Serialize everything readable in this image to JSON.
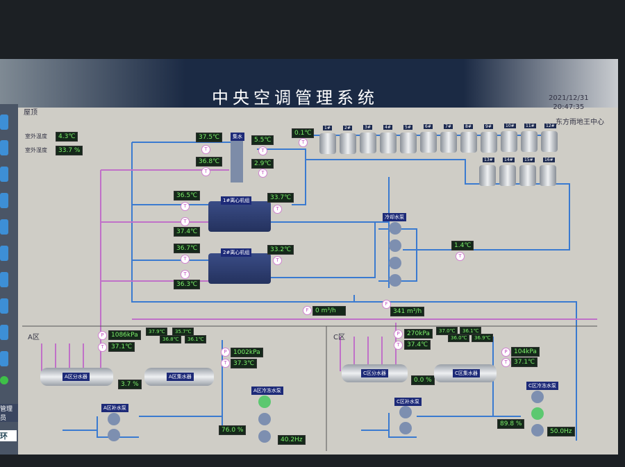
{
  "header": {
    "title": "中央空调管理系统",
    "date": "2021/12/31",
    "time": "20:47:35",
    "org": "东方雨地王中心"
  },
  "roof": {
    "label": "屋顶",
    "outdoor_temp_label": "室外温度",
    "outdoor_temp": "4.3℃",
    "outdoor_hum_label": "室外湿度",
    "outdoor_hum": "33.7 %",
    "main_readings": [
      "37.5℃",
      "36.8℃",
      "5.5℃",
      "2.9℃",
      "0.1℃"
    ],
    "manifold": "集水",
    "towers": [
      "1#",
      "2#",
      "3#",
      "4#",
      "5#",
      "6#",
      "7#",
      "8#",
      "9#",
      "10#",
      "11#",
      "12#",
      "13#",
      "14#",
      "15#",
      "16#"
    ]
  },
  "chillers": [
    {
      "name": "1#离心机组",
      "in1": "36.5℃",
      "in2": "37.4℃",
      "out": "33.7℃"
    },
    {
      "name": "2#离心机组",
      "in1": "36.7℃",
      "in2": "36.3℃",
      "out": "33.2℃"
    }
  ],
  "cooling_pump_label": "冷却水泵",
  "return_temp": "1.4℃",
  "flow1": "0 m³/h",
  "flow2": "341 m³/h",
  "zone_a": {
    "label": "A区",
    "pressure1": "1086kPa",
    "temp1": "37.1℃",
    "splitter": "A区分水器",
    "valve": "3.7 %",
    "collector": "A区集水器",
    "branch_temps": [
      "37.9℃",
      "36.8℃",
      "35.7℃",
      "36.1℃"
    ],
    "pressure2": "1002kPa",
    "temp2": "37.3℃",
    "makeup_pump": "A区补水泵",
    "chw_pump": "A区冷冻水泵",
    "valve2": "76.0 %",
    "freq": "40.2Hz"
  },
  "zone_c": {
    "label": "C区",
    "pressure1": "270kPa",
    "temp1": "37.4℃",
    "splitter": "C区分水器",
    "valve": "0.0 %",
    "collector": "C区集水器",
    "branch_temps": [
      "37.0℃",
      "36.0℃",
      "36.1℃",
      "36.9℃"
    ],
    "pressure2": "104kPa",
    "temp2": "37.1℃",
    "makeup_pump": "C区补水泵",
    "chw_pump": "C区冷冻水泵",
    "valve2": "89.8 %",
    "freq": "50.0Hz"
  },
  "sidebar": {
    "bottom_label": "管理员",
    "logo": "环"
  },
  "colors": {
    "pipe_blue": "#3a7ad0",
    "pipe_pink": "#c070c8",
    "value_bg": "#15281a",
    "value_fg": "#7cf06a"
  }
}
